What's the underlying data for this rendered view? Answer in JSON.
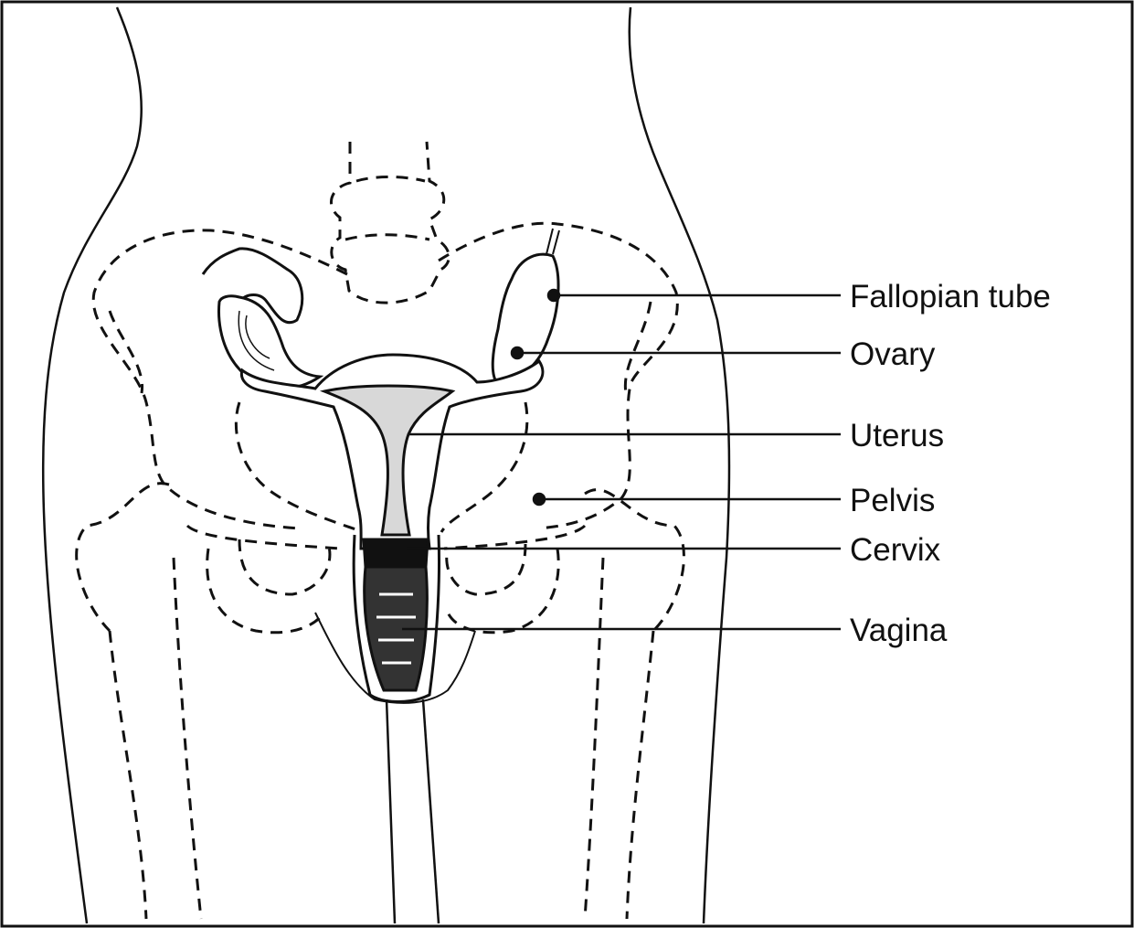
{
  "diagram": {
    "labels": {
      "fallopian_tube": "Fallopian tube",
      "ovary": "Ovary",
      "uterus": "Uterus",
      "pelvis": "Pelvis",
      "cervix": "Cervix",
      "vagina": "Vagina"
    },
    "colors": {
      "ink": "#111111",
      "paper": "#ffffff",
      "tissue_fill": "#e9e9e9"
    }
  }
}
